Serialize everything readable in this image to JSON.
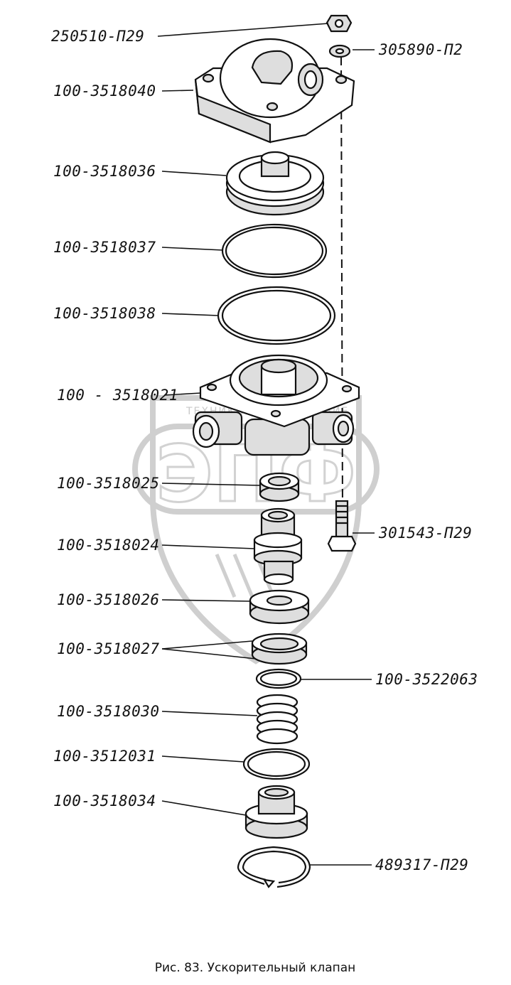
{
  "caption": "Рис. 83. Ускорительный клапан",
  "watermark": {
    "letters": "ЭПФ",
    "band_text": "ТЕХНИКА И ВООРУЖЕНИЕ"
  },
  "callouts": [
    {
      "id": "nut",
      "label": "250510-П29"
    },
    {
      "id": "washer",
      "label": "305890-П2"
    },
    {
      "id": "cover",
      "label": "100-3518040"
    },
    {
      "id": "piston",
      "label": "100-3518036"
    },
    {
      "id": "ring-small",
      "label": "100-3518037"
    },
    {
      "id": "gasket",
      "label": "100-3518038"
    },
    {
      "id": "body",
      "label": "100 - 3518021"
    },
    {
      "id": "seal-cup",
      "label": "100-3518025"
    },
    {
      "id": "valve",
      "label": "100-3518024"
    },
    {
      "id": "valve-seal",
      "label": "100-3518026"
    },
    {
      "id": "guide",
      "label": "100-3518027"
    },
    {
      "id": "o-ring",
      "label": "100-3522063"
    },
    {
      "id": "spring",
      "label": "100-3518030"
    },
    {
      "id": "plug-ring",
      "label": "100-3512031"
    },
    {
      "id": "plug",
      "label": "100-3518034"
    },
    {
      "id": "bolt",
      "label": "301543-П29"
    },
    {
      "id": "snap-ring",
      "label": "489317-П29"
    }
  ]
}
